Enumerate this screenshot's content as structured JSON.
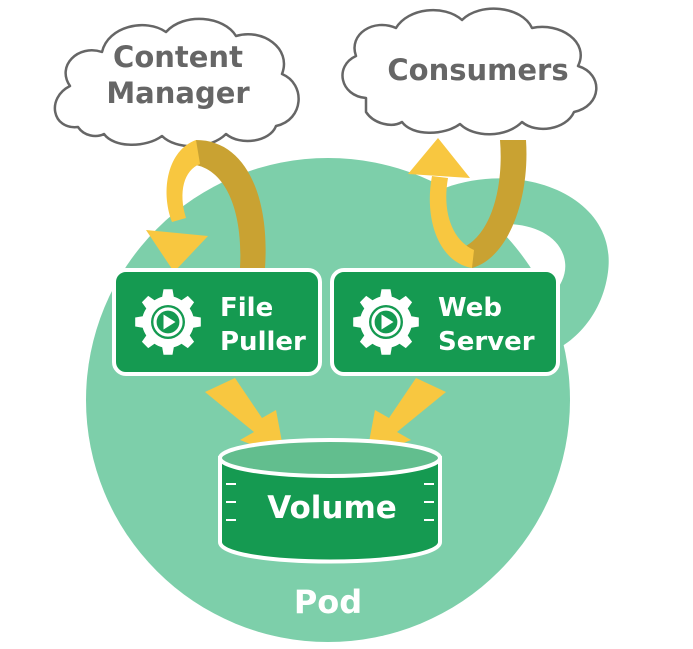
{
  "colors": {
    "pod": "#7dcfaa",
    "pod_dark": "#6cc29c",
    "container": "#159a51",
    "container_border": "#ffffff",
    "volume": "#159a51",
    "volume_top": "#62be8e",
    "arrow_light": "#f8c740",
    "arrow_dark": "#c9a232",
    "cloud_fill": "#ffffff",
    "cloud_stroke": "#666666",
    "text_dark": "#666666",
    "text_light": "#ffffff"
  },
  "clouds": {
    "content_manager": {
      "line1": "Content",
      "line2": "Manager",
      "icon": "cloud-icon"
    },
    "consumers": {
      "label": "Consumers",
      "icon": "cloud-icon"
    }
  },
  "containers": {
    "file_puller": {
      "line1": "File",
      "line2": "Puller",
      "icon": "gear-play-icon"
    },
    "web_server": {
      "line1": "Web",
      "line2": "Server",
      "icon": "gear-play-icon"
    }
  },
  "volume": {
    "label": "Volume",
    "icon": "cylinder-icon"
  },
  "pod": {
    "label": "Pod"
  }
}
